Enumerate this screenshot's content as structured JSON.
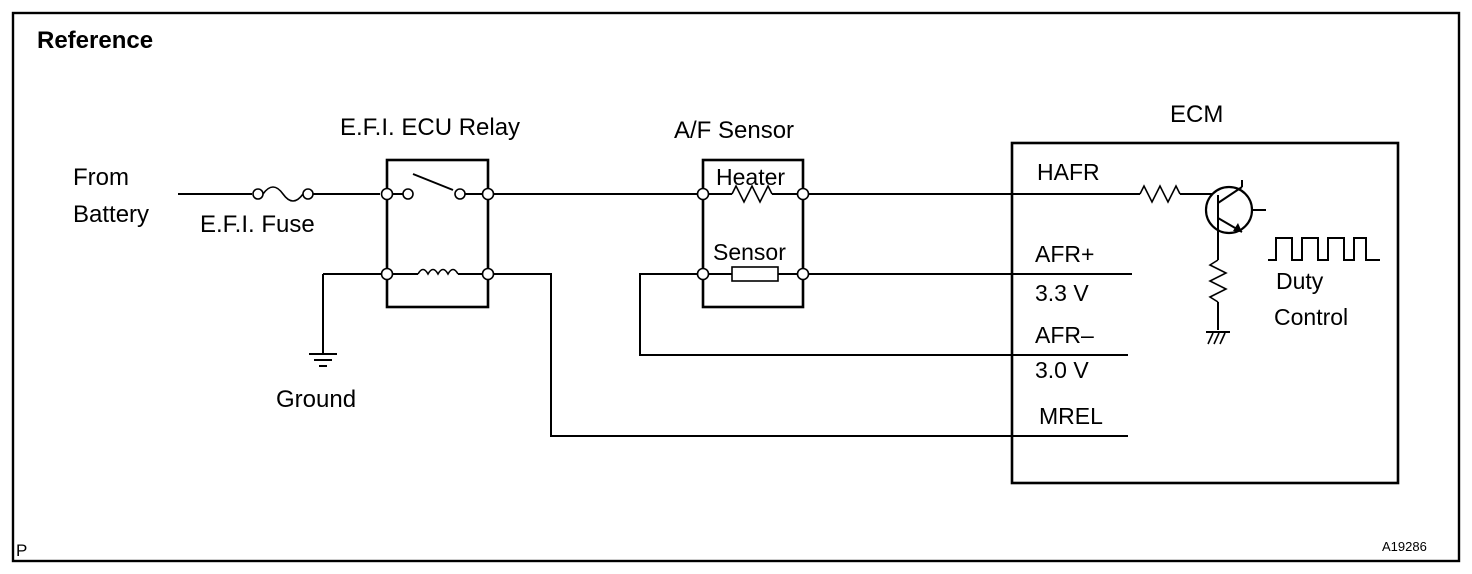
{
  "header": {
    "title": "Reference"
  },
  "source": {
    "line1": "From",
    "line2": "Battery"
  },
  "fuse": {
    "label": "E.F.I. Fuse"
  },
  "relay": {
    "label": "E.F.I. ECU Relay"
  },
  "ground": {
    "label": "Ground"
  },
  "af_sensor": {
    "label": "A/F Sensor",
    "heater_label": "Heater",
    "sensor_label": "Sensor"
  },
  "ecm": {
    "label": "ECM",
    "terminals": {
      "hafr": "HAFR",
      "afr_plus": "AFR+",
      "afr_plus_voltage": "3.3 V",
      "afr_minus": "AFR–",
      "afr_minus_voltage": "3.0 V",
      "mrel": "MREL"
    },
    "duty": {
      "line1": "Duty",
      "line2": "Control"
    }
  },
  "footer": {
    "page_marker": "P",
    "figure_id": "A19286"
  }
}
